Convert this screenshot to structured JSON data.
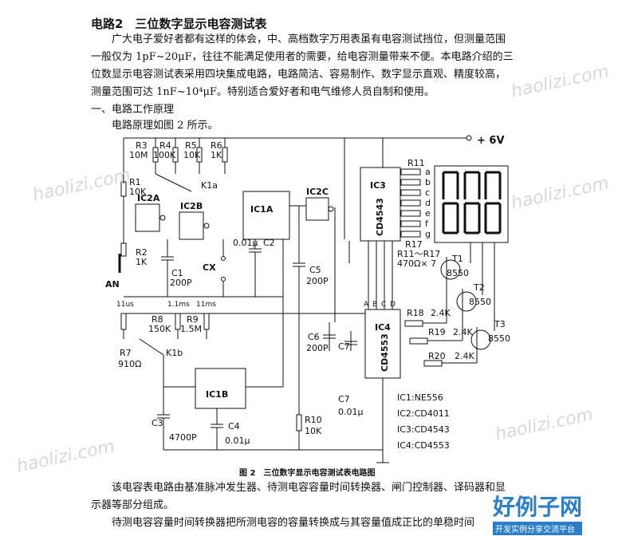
{
  "header": {
    "title": "电路2　三位数字显示电容测试表"
  },
  "intro": {
    "line1": "广大电子爱好者都有这样的体会，中、高档数字万用表虽有电容测试挡位，但测量范围",
    "line2": "一般仅为 1pF~20μF，往往不能满足使用者的需要，给电容测量带来不便。本电路介绍的三",
    "line3": "位数显示电容测试表采用四块集成电路，电路简洁、容易制作、数字显示直观、精度较高，",
    "line4": "测量范围可达 1nF~10⁴μF。特别适合爱好者和电气维修人员自制和使用。"
  },
  "section": {
    "heading": "一、电路工作原理",
    "ref": "电路原理如图 2 所示。"
  },
  "figure": {
    "caption": "图 2　三位数字显示电容测试表电路图",
    "supply": "+ 6V",
    "labels": {
      "r3": "R3",
      "r3v": "10M",
      "r4": "R4",
      "r4v": "100K",
      "r5": "R5",
      "r5v": "10K",
      "r6": "R6",
      "r6v": "1K",
      "r1": "R1",
      "r1v": "10K",
      "r2": "R2",
      "r2v": "1K",
      "k1a": "K1a",
      "k1b": "K1b",
      "ic2a": "IC2A",
      "ic2b": "IC2B",
      "ic1a": "IC1A",
      "ic2c": "IC2C",
      "ic3": "IC3",
      "ic3p": "CD4543",
      "ic4": "IC4",
      "ic4p": "CD4553",
      "ic1b": "IC1B",
      "c1": "C1",
      "c1v": "200P",
      "c2v": "0.01μ",
      "c2": "C2",
      "c5": "C5",
      "c5v": "200P",
      "c6": "C6",
      "c6v": "200P",
      "c7a": "C7",
      "c7": "C7",
      "c7v": "0.01μ",
      "cx": "CX",
      "an": "AN",
      "r11": "R11",
      "r17": "R17",
      "r11r17": "R11～R17",
      "r11r17v": "470Ω× 7",
      "t1": "T1",
      "t1v": "8550",
      "t2": "T2",
      "t2v": "8550",
      "t3": "T3",
      "t3v": "8550",
      "r18": "R18",
      "r18v": "2.4K",
      "r19": "R19",
      "r19v": "2.4K",
      "r20": "R20",
      "r20v": "2.4K",
      "r7": "R7",
      "r7v": "910Ω",
      "r8": "R8",
      "r8v": "150K",
      "r9": "R9",
      "r9v": "1.5M",
      "t11us": "11us",
      "t11ms": "1.1ms",
      "t11ms2": "11ms",
      "c3": "C3",
      "c3v": "4700P",
      "c4": "C4",
      "c4v": "0.01μ",
      "r10": "R10",
      "r10v": "10K",
      "ic1": "IC1:NE556",
      "ic2": "IC2:CD4011",
      "ic3s": "IC3:CD4543",
      "ic4s": "IC4:CD4553",
      "seg_a": "a",
      "seg_b": "b",
      "seg_c": "c",
      "seg_d": "d",
      "seg_e": "e",
      "seg_f": "f",
      "seg_g": "g",
      "pinA": "A",
      "pinB": "B",
      "pinC": "C",
      "pinD": "D"
    }
  },
  "body": {
    "line1": "该电容表电路由基准脉冲发生器、待测电容容量时间转换器、闸门控制器、译码器和显",
    "line2": "示器等部分组成。",
    "line3": "待测电容容量时间转换器把所测电容的容量转换成与其容量值成正比的单稳时间"
  },
  "watermark": {
    "site": "haolizi.com",
    "brand": "好例子网",
    "slogan": "开发实例分享交流平台"
  }
}
